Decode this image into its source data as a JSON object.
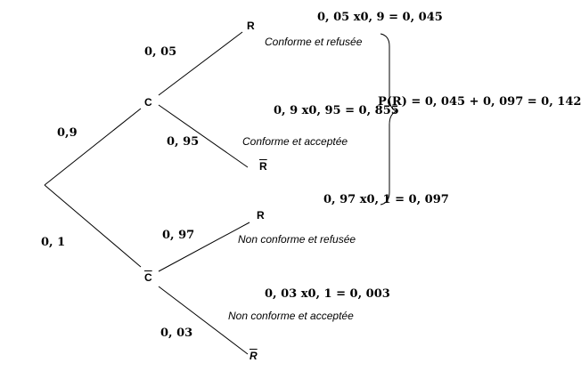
{
  "tree": {
    "nodes": {
      "c": "C",
      "c_bar": "C",
      "r1": "R",
      "r_bar1": "R",
      "r2": "R",
      "r_bar2": "R"
    },
    "probabilities": {
      "root_c": "0,9",
      "root_c_bar": "0, 1",
      "c_r": "0, 05",
      "c_r_bar": "0, 95",
      "c_bar_r": "0, 97",
      "c_bar_r_bar": "0, 03"
    },
    "products": {
      "c_r": "0, 05 x0, 9 = 0, 045",
      "c_r_bar": "0, 9 x0, 95 = 0, 855",
      "c_bar_r": "0, 97 x0, 1 = 0, 097",
      "c_bar_r_bar": "0, 03 x0, 1 = 0, 003"
    },
    "outcomes": {
      "c_r": "Conforme et refusée",
      "c_r_bar": "Conforme et acceptée",
      "c_bar_r": "Non conforme et refusée",
      "c_bar_r_bar": "Non conforme et acceptée"
    },
    "total": "P(R) = 0, 045 + 0, 097 = 0, 142"
  },
  "colors": {
    "line": "#000000",
    "text": "#000000",
    "background": "#ffffff"
  }
}
